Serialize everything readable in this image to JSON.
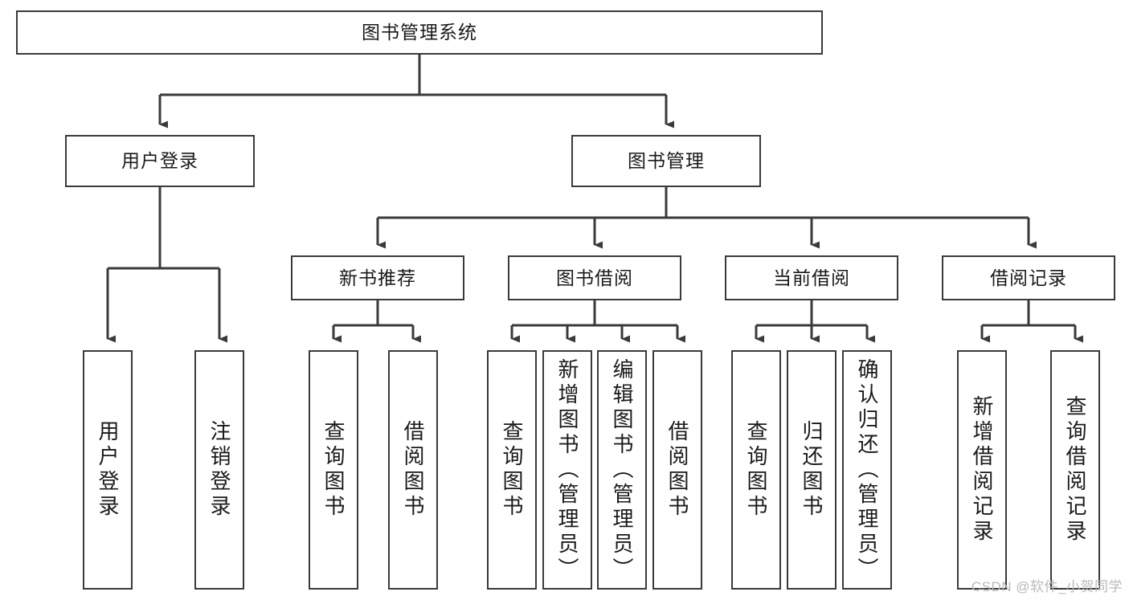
{
  "diagram": {
    "type": "tree-hierarchy",
    "title": "图书管理系统",
    "root": {
      "label": "图书管理系统"
    },
    "level2": [
      {
        "label": "用户登录"
      },
      {
        "label": "图书管理"
      }
    ],
    "level3": [
      {
        "label": "新书推荐"
      },
      {
        "label": "图书借阅"
      },
      {
        "label": "当前借阅"
      },
      {
        "label": "借阅记录"
      }
    ],
    "leaves": [
      {
        "label": "用户登录",
        "parent": "用户登录"
      },
      {
        "label": "注销登录",
        "parent": "用户登录"
      },
      {
        "label": "查询图书",
        "parent": "新书推荐"
      },
      {
        "label": "借阅图书",
        "parent": "新书推荐"
      },
      {
        "label": "查询图书",
        "parent": "图书借阅"
      },
      {
        "label": "新增图书（管理员）",
        "parent": "图书借阅"
      },
      {
        "label": "编辑图书（管理员）",
        "parent": "图书借阅"
      },
      {
        "label": "借阅图书",
        "parent": "图书借阅"
      },
      {
        "label": "查询图书",
        "parent": "当前借阅"
      },
      {
        "label": "归还图书",
        "parent": "当前借阅"
      },
      {
        "label": "确认归还（管理员）",
        "parent": "当前借阅"
      },
      {
        "label": "新增借阅记录",
        "parent": "借阅记录"
      },
      {
        "label": "查询借阅记录",
        "parent": "借阅记录"
      }
    ],
    "colors": {
      "box_border": "#3a3a3a",
      "box_fill": "#ffffff",
      "connector": "#3a3a3a",
      "text": "#1a1a1a",
      "watermark": "#b9b9b9"
    }
  },
  "watermark": {
    "text": "CSDN @软件_小贺同学"
  }
}
